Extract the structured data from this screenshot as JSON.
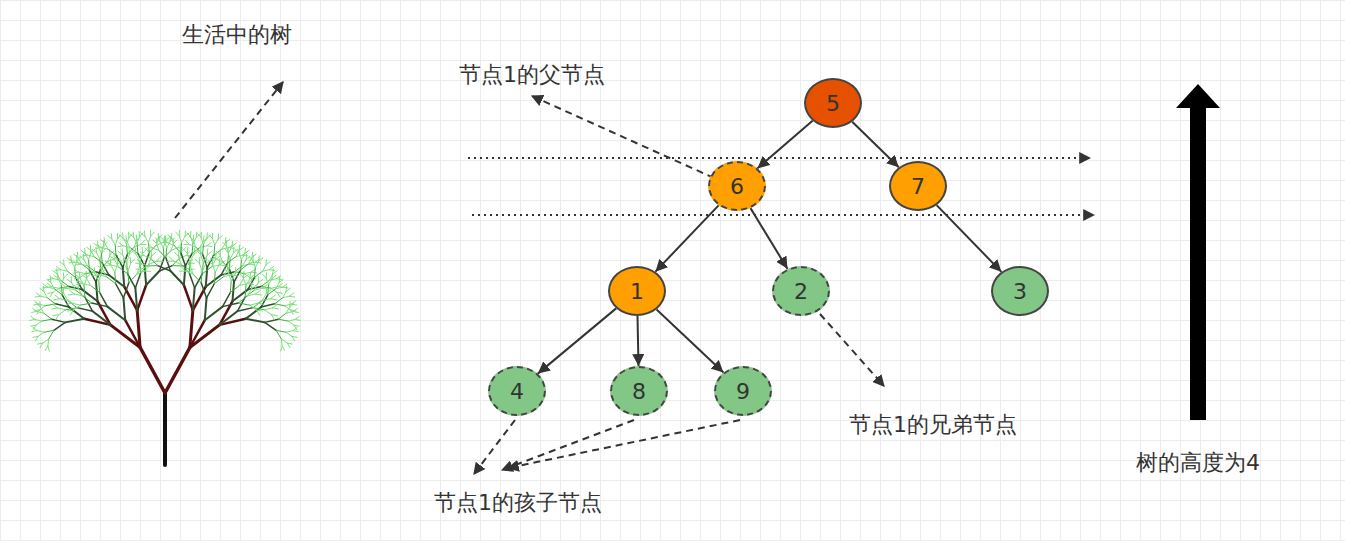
{
  "diagram": {
    "nodes": [
      {
        "text": [
          "5"
        ]
      },
      {
        "text": [
          "6"
        ]
      },
      {
        "text": [
          "7"
        ]
      },
      {
        "text": [
          "1"
        ]
      },
      {
        "text": [
          "2"
        ]
      },
      {
        "text": [
          "3"
        ]
      },
      {
        "text": [
          "4"
        ]
      },
      {
        "text": [
          "8"
        ]
      },
      {
        "text": [
          "9"
        ]
      }
    ],
    "edges": [
      {
        "from": 0,
        "to": 1,
        "arrow": "to"
      },
      {
        "from": 0,
        "to": 2,
        "arrow": "to"
      },
      {
        "from": 1,
        "to": 3,
        "arrow": "to"
      },
      {
        "from": 1,
        "to": 4,
        "arrow": "to"
      },
      {
        "from": 2,
        "to": 5,
        "arrow": "to"
      },
      {
        "from": 3,
        "to": 6,
        "arrow": "to"
      },
      {
        "from": 3,
        "to": 7,
        "arrow": "to"
      },
      {
        "from": 3,
        "to": 8,
        "arrow": "to"
      }
    ],
    "labels": [
      "生活中的树",
      "节点1的父节点",
      "节点1的兄弟节点",
      "节点1的孩子节点",
      "树的高度为4"
    ]
  }
}
